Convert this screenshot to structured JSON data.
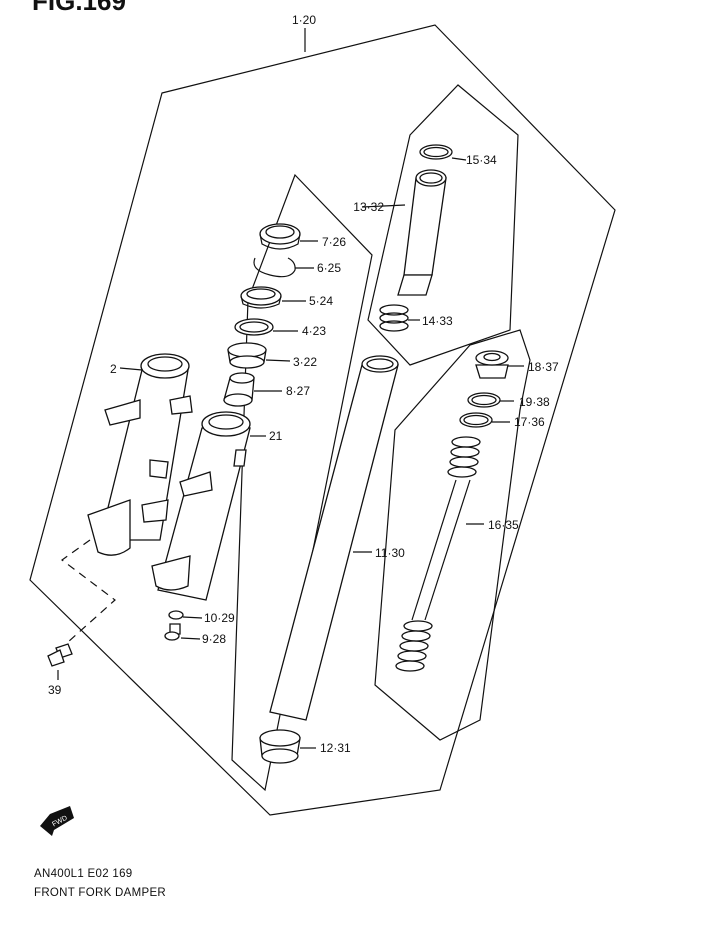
{
  "figure": {
    "title": "FIG.169"
  },
  "footer": {
    "code": "AN400L1 E02  169",
    "caption": "FRONT FORK DAMPER"
  },
  "fwd_label": "FWD",
  "callouts": [
    {
      "id": "c-1-20",
      "text": "1·20"
    },
    {
      "id": "c-15-34",
      "text": "15·34"
    },
    {
      "id": "c-13-32",
      "text": "13·32"
    },
    {
      "id": "c-7-26",
      "text": "7·26"
    },
    {
      "id": "c-6-25",
      "text": "6·25"
    },
    {
      "id": "c-5-24",
      "text": "5·24"
    },
    {
      "id": "c-4-23",
      "text": "4·23"
    },
    {
      "id": "c-3-22",
      "text": "3·22"
    },
    {
      "id": "c-14-33",
      "text": "14·33"
    },
    {
      "id": "c-18-37",
      "text": "18·37"
    },
    {
      "id": "c-19-38",
      "text": "19·38"
    },
    {
      "id": "c-17-36",
      "text": "17·36"
    },
    {
      "id": "c-2",
      "text": "2"
    },
    {
      "id": "c-8-27",
      "text": "8·27"
    },
    {
      "id": "c-21",
      "text": "21"
    },
    {
      "id": "c-16-35",
      "text": "16·35"
    },
    {
      "id": "c-11-30",
      "text": "11·30"
    },
    {
      "id": "c-10-29",
      "text": "10·29"
    },
    {
      "id": "c-9-28",
      "text": "9·28"
    },
    {
      "id": "c-39",
      "text": "39"
    },
    {
      "id": "c-12-31",
      "text": "12·31"
    }
  ]
}
